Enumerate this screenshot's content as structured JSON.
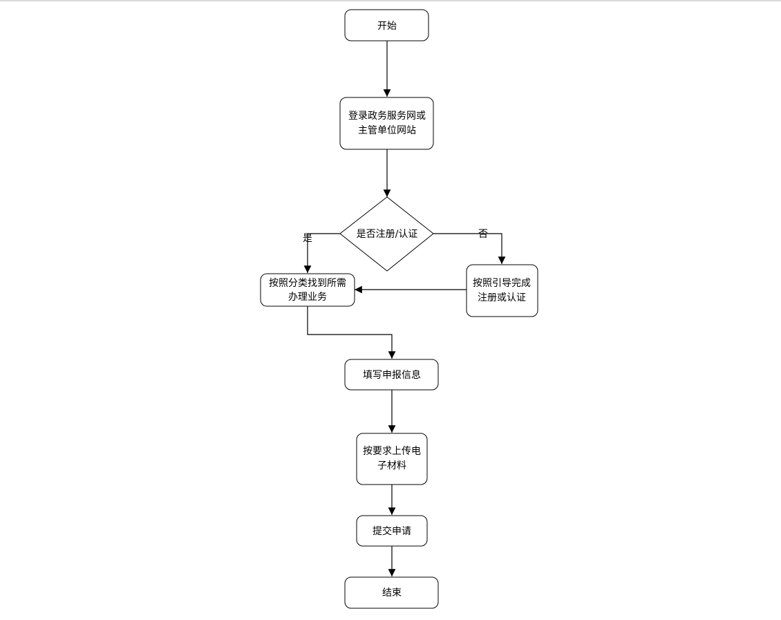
{
  "flowchart": {
    "nodes": {
      "start": {
        "lines": [
          "开始"
        ]
      },
      "login": {
        "lines": [
          "登录政务服务网或",
          "主管单位网站"
        ]
      },
      "decision": {
        "lines": [
          "是否注册/认证"
        ]
      },
      "find_service": {
        "lines": [
          "按照分类找到所需",
          "办理业务"
        ]
      },
      "register": {
        "lines": [
          "按照引导完成",
          "注册或认证"
        ]
      },
      "fill_info": {
        "lines": [
          "填写申报信息"
        ]
      },
      "upload": {
        "lines": [
          "按要求上传电",
          "子材料"
        ]
      },
      "submit": {
        "lines": [
          "提交申请"
        ]
      },
      "end": {
        "lines": [
          "结束"
        ]
      }
    },
    "edge_labels": {
      "yes": "是",
      "no": "否"
    },
    "colors": {
      "stroke": "#000000",
      "fill": "#ffffff",
      "text": "#000000"
    }
  }
}
